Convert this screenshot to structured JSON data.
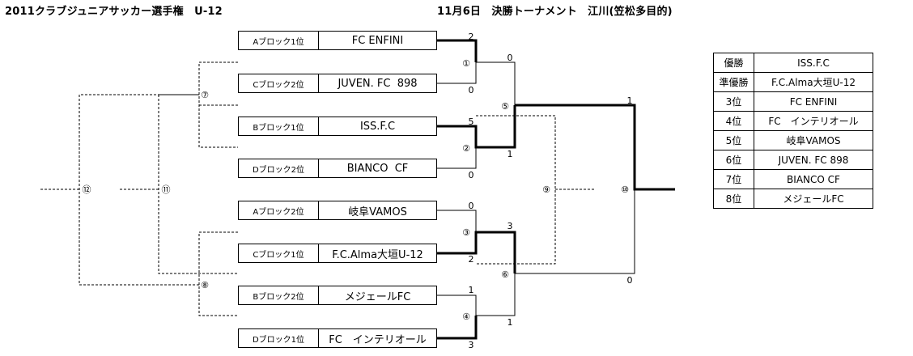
{
  "header": {
    "left_title": "2011クラブジュニアサッカー選手権　U-12",
    "center_title": "11月6日　決勝トーナメント　江川(笠松多目的)"
  },
  "bracket": {
    "teams": [
      {
        "slot": "Aブロック1位",
        "name": "FC ENFINI"
      },
      {
        "slot": "Cブロック2位",
        "name": "JUVEN. FC  898"
      },
      {
        "slot": "Bブロック1位",
        "name": "ISS.F.C"
      },
      {
        "slot": "Dブロック2位",
        "name": "BIANCO  CF"
      },
      {
        "slot": "Aブロック2位",
        "name": "岐阜VAMOS"
      },
      {
        "slot": "Cブロック1位",
        "name": "F.C.Alma大垣U-12"
      },
      {
        "slot": "Bブロック2位",
        "name": "メジェールFC"
      },
      {
        "slot": "Dブロック1位",
        "name": "FC　インテリオール"
      }
    ],
    "first_round_scores": [
      "2",
      "0",
      "5",
      "0",
      "0",
      "2",
      "1",
      "3"
    ],
    "semifinal_scores": [
      "0",
      "1",
      "3",
      "1"
    ],
    "final_scores": [
      "1",
      "0"
    ],
    "match_numbers": [
      "①",
      "②",
      "③",
      "④",
      "⑤",
      "⑥",
      "⑦",
      "⑧",
      "⑨",
      "⑩",
      "⑪",
      "⑫"
    ]
  },
  "results": [
    {
      "rank": "優勝",
      "team": "ISS.F.C"
    },
    {
      "rank": "準優勝",
      "team": "F.C.Alma大垣U-12"
    },
    {
      "rank": "3位",
      "team": "FC ENFINI"
    },
    {
      "rank": "4位",
      "team": "FC　インテリオール"
    },
    {
      "rank": "5位",
      "team": "岐阜VAMOS"
    },
    {
      "rank": "6位",
      "team": "JUVEN. FC  898"
    },
    {
      "rank": "7位",
      "team": "BIANCO  CF"
    },
    {
      "rank": "8位",
      "team": "メジェールFC"
    }
  ]
}
